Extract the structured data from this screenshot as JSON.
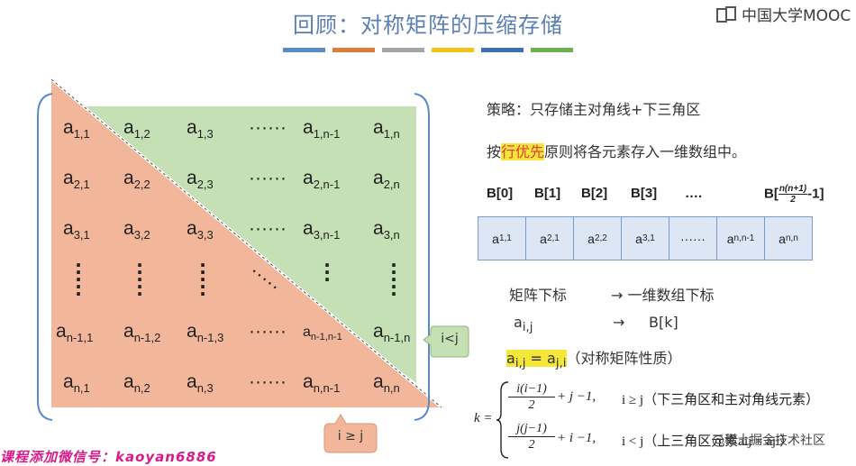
{
  "header": {
    "title": "回顾：对称矩阵的压缩存储",
    "logo_text": "中国大学MOOC",
    "bar_colors": [
      "#5b8ac9",
      "#e07b39",
      "#a5a5a5",
      "#f0c419",
      "#3f6fb6",
      "#6cb04f"
    ]
  },
  "matrix": {
    "rows": [
      [
        "a|1,1",
        "a|1,2",
        "a|1,3",
        "······",
        "a|1,n-1",
        "a|1,n"
      ],
      [
        "a|2,1",
        "a|2,2",
        "a|2,3",
        "······",
        "a|2,n-1",
        "a|2,n"
      ],
      [
        "a|3,1",
        "a|3,2",
        "a|3,3",
        "······",
        "a|3,n-1",
        "a|3,n"
      ],
      [
        "a|n-1,1",
        "a|n-1,2",
        "a|n-1,3",
        "······",
        "a|n-1,n-1",
        "a|n-1,n"
      ],
      [
        "a|n,1",
        "a|n,2",
        "a|n,3",
        "······",
        "a|n,n-1",
        "a|n,n"
      ]
    ],
    "lower_color": "#f2b79b",
    "upper_color": "#c5e0b4",
    "callout_upper": "i<j",
    "callout_lower": "i ≥ j"
  },
  "right": {
    "strategy": "策略：只存储主对角线+下三角区",
    "rule_pre": "按",
    "rule_highlight": "行优先",
    "rule_post": "原则将各元素存入一维数组中。",
    "b_labels": [
      "B[0]",
      "B[1]",
      "B[2]",
      "B[3]",
      "….",
      "B["
    ],
    "b_last_num": "n(n+1)",
    "b_last_den": "2",
    "b_last_suffix": "-1]",
    "array_cells": [
      "a|1,1",
      "a|2,1",
      "a|2,2",
      "a|3,1",
      "······",
      "a|n,n-1",
      "a|n,n"
    ],
    "map_left": "矩阵下标",
    "map_arrow": "→ 一维数组下标",
    "map_aij": "a|i,j",
    "map_arrow2": "→",
    "map_bk": "B[k]",
    "symmetric_eq": "ai,j = aj,i",
    "symmetric_note": "（对称矩阵性质）"
  },
  "formula": {
    "k": "k =",
    "case1_num": "i(i−1)",
    "case1_den": "2",
    "case1_tail": "+ j −1,",
    "case1_cond": "i ≥ j（下三角区和主对角线元素）",
    "case2_num": "j(j−1)",
    "case2_den": "2",
    "case2_tail": "+ i −1,",
    "case2_cond": "i < j（上三角区元素aij = aji）"
  },
  "footer": {
    "watermark": "课程添加微信号：kaoyan6886",
    "site": "@稀土掘金技术社区"
  }
}
